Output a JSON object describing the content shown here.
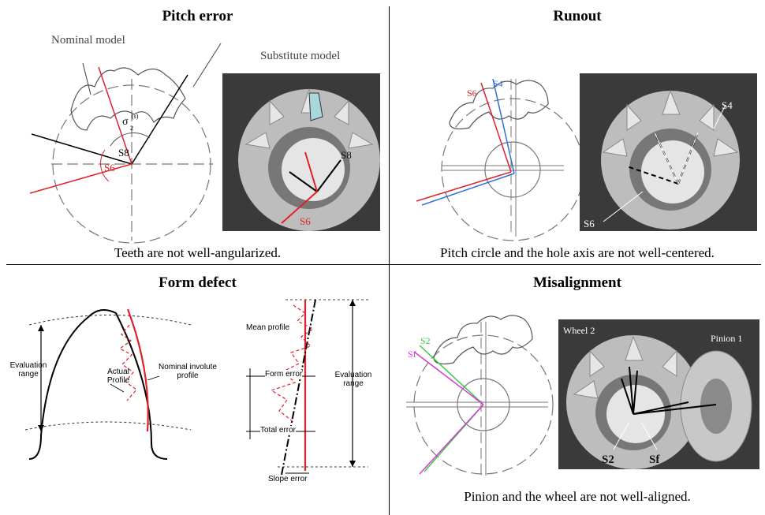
{
  "panels": {
    "pitch_error": {
      "title": "Pitch error",
      "caption": "Teeth are not well-angularized.",
      "labels": {
        "nominal": "Nominal model",
        "substitute": "Substitute model",
        "s8": "S8",
        "s6": "S6",
        "sigma": "σ",
        "sigma_sub": "2",
        "sigma_sup": "(s)",
        "s8_render": "S8",
        "s6_render": "S6"
      }
    },
    "runout": {
      "title": "Runout",
      "caption": "Pitch circle and the hole axis are not well-centered.",
      "labels": {
        "s6": "S6",
        "s4": "S4",
        "s4_render": "S4",
        "s6_render": "S6"
      }
    },
    "form_defect": {
      "title": "Form defect",
      "labels": {
        "evaluation_range": "Evaluation range",
        "actual_profile": "Actual Profile",
        "nominal_profile": "Nominal involute profile",
        "mean_profile": "Mean profile",
        "form_error": "Form error",
        "evaluation_range_2": "Evaluation range",
        "total_error": "Total error",
        "slope_error": "Slope error"
      }
    },
    "misalignment": {
      "title": "Misalignment",
      "caption": "Pinion and the wheel are not well-aligned.",
      "labels": {
        "s2": "S2",
        "sf": "Sf",
        "wheel": "Wheel 2",
        "pinion": "Pinion 1",
        "s2_render": "S2",
        "sf_render": "Sf"
      }
    }
  },
  "colors": {
    "red": "#e0202a",
    "blue": "#2f6fd8",
    "green": "#3cc84a",
    "magenta": "#d838d8",
    "render_bg": "#3a3a3a"
  }
}
